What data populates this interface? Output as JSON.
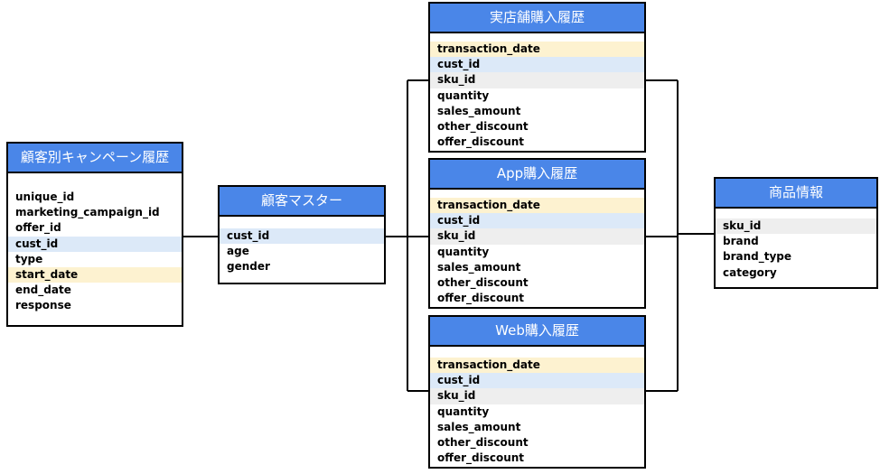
{
  "tables": {
    "campaign": {
      "title": "顧客別キャンペーン履歴",
      "fields": [
        "unique_id",
        "marketing_campaign_id",
        "offer_id",
        "cust_id",
        "type",
        "start_date",
        "end_date",
        "response"
      ]
    },
    "customer": {
      "title": "顧客マスター",
      "fields": [
        "cust_id",
        "age",
        "gender"
      ]
    },
    "store": {
      "title": "実店舗購入履歴",
      "fields": [
        "transaction_date",
        "cust_id",
        "sku_id",
        "quantity",
        "sales_amount",
        "other_discount",
        "offer_discount"
      ]
    },
    "app": {
      "title": "App購入履歴",
      "fields": [
        "transaction_date",
        "cust_id",
        "sku_id",
        "quantity",
        "sales_amount",
        "other_discount",
        "offer_discount"
      ]
    },
    "web": {
      "title": "Web購入履歴",
      "fields": [
        "transaction_date",
        "cust_id",
        "sku_id",
        "quantity",
        "sales_amount",
        "other_discount",
        "offer_discount"
      ]
    },
    "product": {
      "title": "商品情報",
      "fields": [
        "sku_id",
        "brand",
        "brand_type",
        "category"
      ]
    }
  },
  "colors": {
    "header": "#4a86e8",
    "date_highlight": "#fdf2d0",
    "cust_highlight": "#dce9f8",
    "sku_highlight": "#eeeeee"
  }
}
